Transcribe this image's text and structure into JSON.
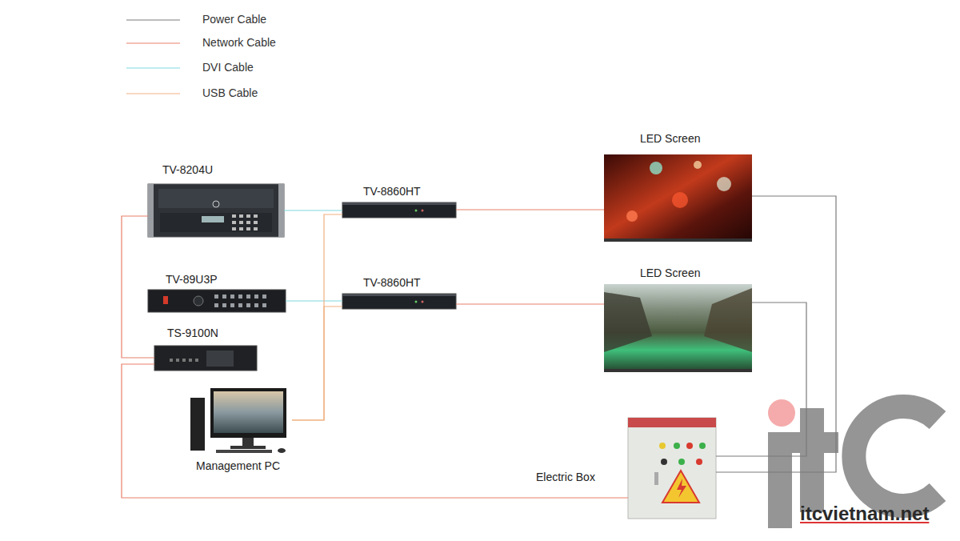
{
  "diagram": {
    "nodes": [
      {
        "text": [
          "TV-8204U"
        ]
      },
      {
        "text": [
          "TV-8860HT"
        ]
      },
      {
        "text": [
          "LED Screen"
        ]
      },
      {
        "text": [
          "TV-89U3P"
        ]
      },
      {
        "text": [
          "TV-8860HT"
        ]
      },
      {
        "text": [
          "LED Screen"
        ]
      },
      {
        "text": [
          "TS-9100N"
        ]
      },
      {
        "text": [
          "Management PC"
        ]
      },
      {
        "text": [
          "Electric Box"
        ]
      }
    ],
    "edges": [
      {
        "from": 0,
        "to": 1,
        "arrow": "none"
      },
      {
        "from": 3,
        "to": 4,
        "arrow": "none"
      },
      {
        "from": 1,
        "to": 2,
        "arrow": "none"
      },
      {
        "from": 4,
        "to": 5,
        "arrow": "none"
      },
      {
        "from": 7,
        "to": 1,
        "arrow": "none"
      },
      {
        "from": 7,
        "to": 4,
        "arrow": "none"
      },
      {
        "from": 0,
        "to": 6,
        "arrow": "none"
      },
      {
        "from": 6,
        "to": 8,
        "arrow": "none"
      },
      {
        "from": 2,
        "to": 8,
        "arrow": "none"
      },
      {
        "from": 5,
        "to": 8,
        "arrow": "none"
      }
    ],
    "labels": [
      "itcvietnam.net"
    ],
    "legend": [
      {
        "text": "Power Cable"
      },
      {
        "text": "Network Cable"
      },
      {
        "text": "DVI Cable"
      },
      {
        "text": "USB Cable"
      }
    ]
  }
}
